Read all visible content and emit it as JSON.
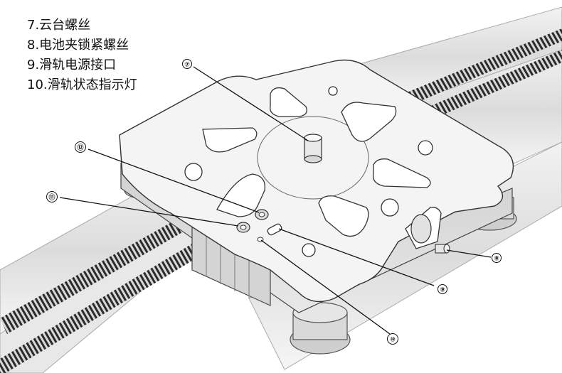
{
  "legend": {
    "items": [
      "7.云台螺丝",
      "8.电池夹锁紧螺丝",
      "9.滑轨电源接口",
      "10.滑轨状态指示灯"
    ]
  },
  "callouts": [
    {
      "id": "c7",
      "label": "⑦"
    },
    {
      "id": "c8",
      "label": "⑧"
    },
    {
      "id": "c9",
      "label": "⑨"
    },
    {
      "id": "c10",
      "label": "⑩"
    },
    {
      "id": "c11",
      "label": "⑪"
    },
    {
      "id": "c12",
      "label": "⑫"
    }
  ]
}
